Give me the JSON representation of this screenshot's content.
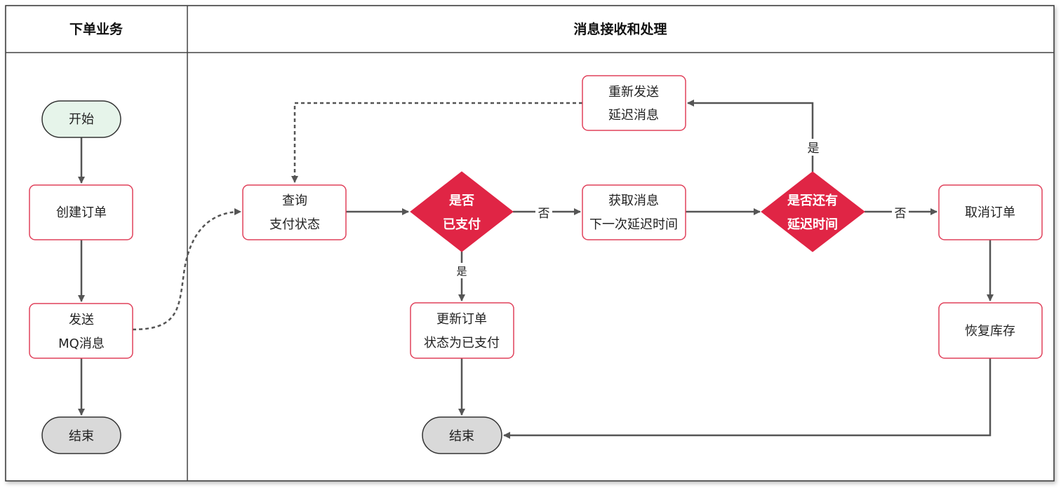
{
  "lanes": {
    "order_business": "下单业务",
    "message_processing": "消息接收和处理"
  },
  "nodes": {
    "start": "开始",
    "create_order": "创建订单",
    "send_mq": [
      "发送",
      "MQ消息"
    ],
    "end_left": "结束",
    "query_payment": [
      "查询",
      "支付状态"
    ],
    "is_paid": [
      "是否",
      "已支付"
    ],
    "update_order": [
      "更新订单",
      "状态为已支付"
    ],
    "end_middle": "结束",
    "get_message": [
      "获取消息",
      "下一次延迟时间"
    ],
    "has_delay": [
      "是否还有",
      "延迟时间"
    ],
    "resend": [
      "重新发送",
      "延迟消息"
    ],
    "cancel_order": "取消订单",
    "restore_stock": "恢复库存"
  },
  "edge_labels": {
    "is_paid_no": "否",
    "is_paid_yes": "是",
    "has_delay_yes": "是",
    "has_delay_no": "否"
  },
  "colors": {
    "node_border": "#e0405a",
    "diamond_fill": "#e02545",
    "start_fill": "#e6f4ea",
    "end_fill": "#d9d9d9",
    "arrow": "#555555",
    "frame": "#333333"
  }
}
